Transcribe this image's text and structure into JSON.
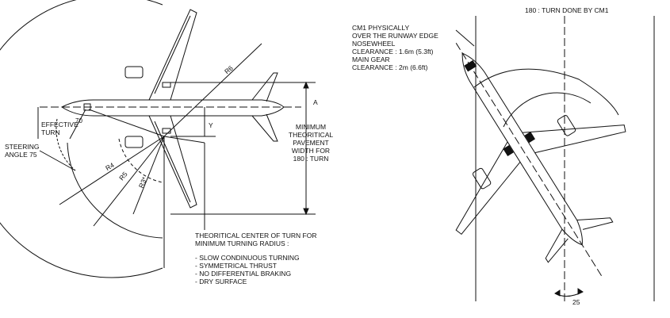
{
  "left": {
    "effective_turn": [
      "EFFECTIVE",
      "TURN"
    ],
    "effective_turn_angle": "70",
    "steering": [
      "STEERING",
      "ANGLE 75"
    ],
    "radii": {
      "r6": "R6",
      "r5": "R5",
      "r4": "R4",
      "r3": "R3*"
    },
    "dim_a": "A",
    "dim_y": "Y",
    "min_pavement": [
      "MINIMUM",
      "THEORITICAL",
      "PAVEMENT",
      "WIDTH FOR",
      "180 : TURN"
    ],
    "center_note_title": [
      "THEORITICAL CENTER OF TURN FOR",
      "MINIMUM TURNING RADIUS :"
    ],
    "conditions": [
      "- SLOW CONDINUOUS TURNING",
      "- SYMMETRICAL THRUST",
      "- NO DIFFERENTIAL BRAKING",
      "- DRY SURFACE"
    ]
  },
  "right": {
    "turn_done": "180 : TURN DONE BY CM1",
    "cm1_note": [
      "CM1 PHYSICALLY",
      "OVER THE RUNWAY EDGE",
      "NOSEWHEEL",
      "CLEARANCE : 1.6m (5.3ft)",
      "MAIN GEAR",
      "CLEARANCE : 2m (6.6ft)"
    ],
    "angle": "25"
  }
}
